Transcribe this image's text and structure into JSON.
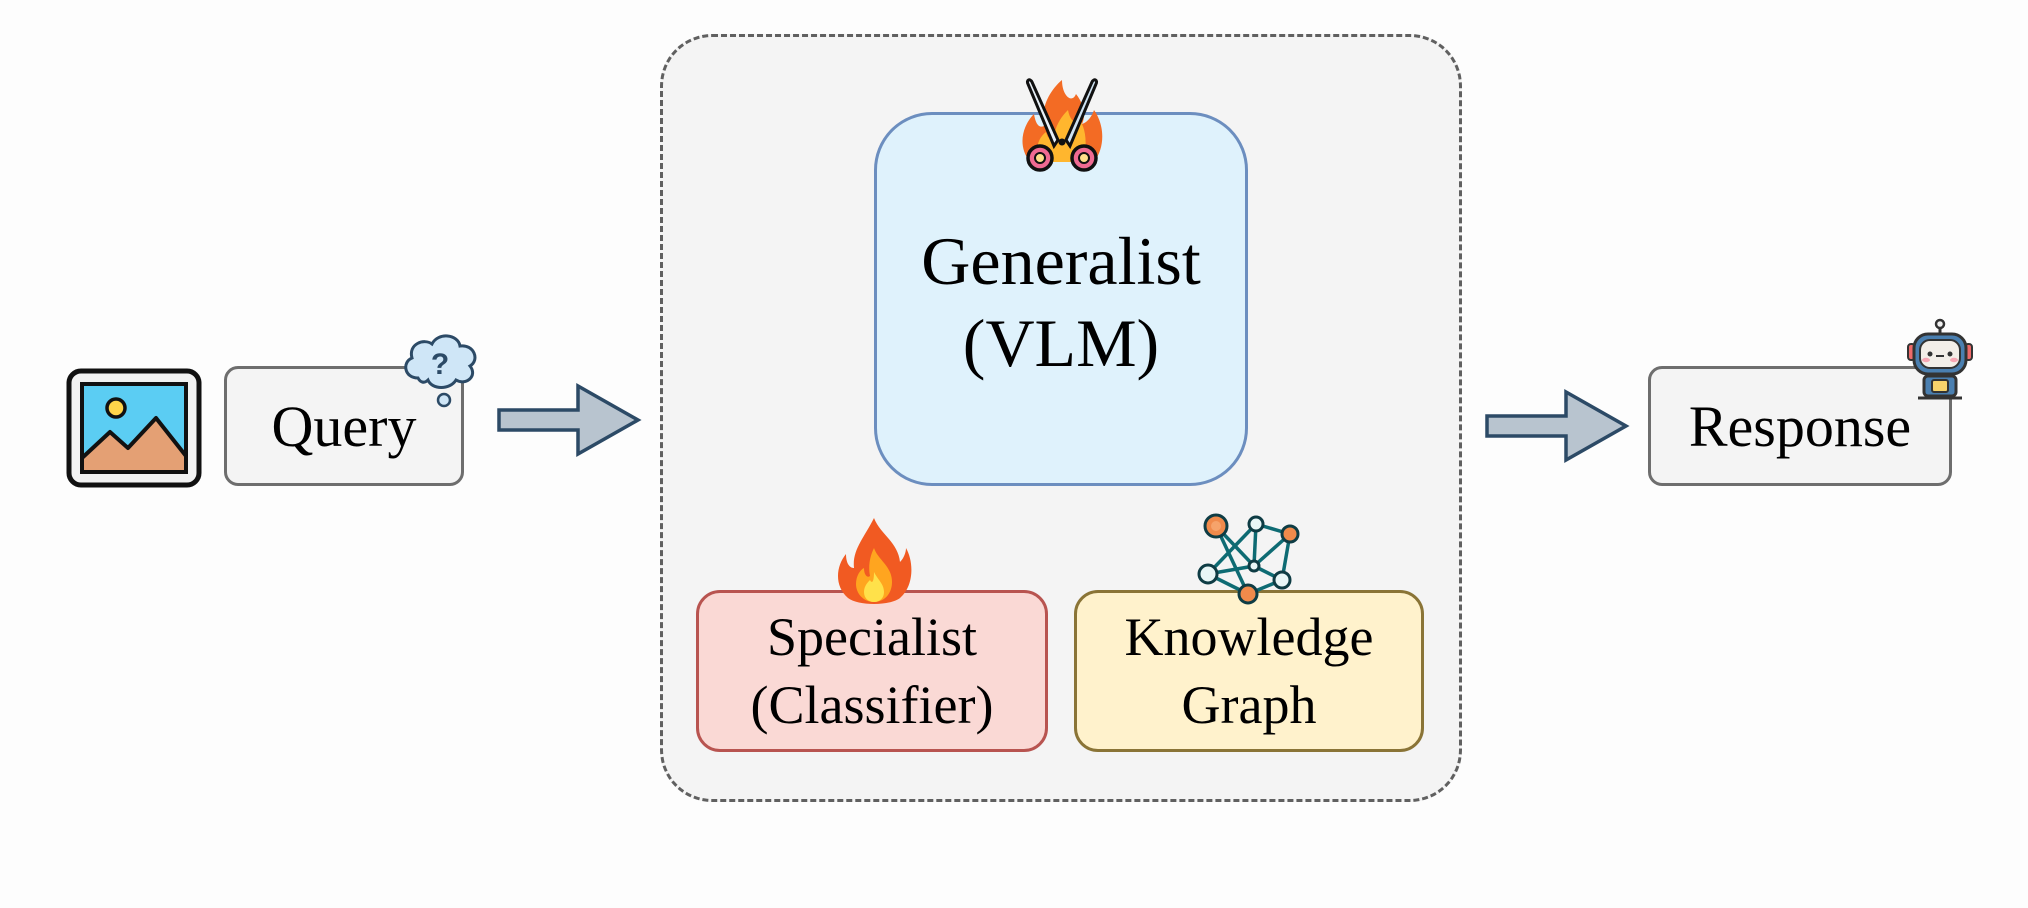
{
  "input": {
    "query_label": "Query"
  },
  "system": {
    "generalist": {
      "line1": "Generalist",
      "line2": "(VLM)"
    },
    "specialist": {
      "line1": "Specialist",
      "line2": "(Classifier)"
    },
    "knowledge_graph": {
      "line1": "Knowledge",
      "line2": "Graph"
    }
  },
  "output": {
    "response_label": "Response"
  },
  "icons": {
    "input_image": "image-icon",
    "query_thought": "question-thought-bubble-icon",
    "generalist_badge": "flaming-scissors-icon",
    "specialist_badge": "fire-icon",
    "kg_badge": "network-graph-icon",
    "response_badge": "robot-icon"
  },
  "colors": {
    "arrow_fill": "#b8c4cf",
    "arrow_stroke": "#2c4a66",
    "generalist_fill": "#dff2fc",
    "specialist_fill": "#fad9d5",
    "kg_fill": "#fff2cc",
    "container_fill": "#f4f4f4"
  }
}
